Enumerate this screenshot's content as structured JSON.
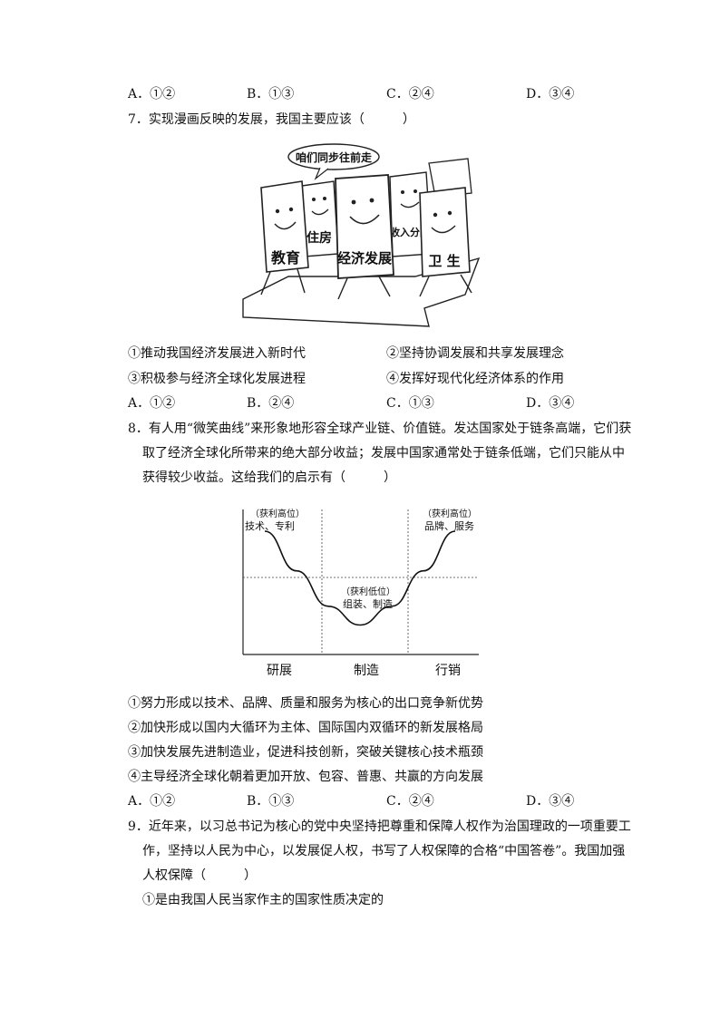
{
  "q6_options": [
    "A．①②",
    "B．①③",
    "C．②④",
    "D．③④"
  ],
  "q7": {
    "stem": "7．实现漫画反映的发展，我国主要应该（　　　）",
    "cartoon": {
      "speech": "咱们同步往前走",
      "labels": [
        "教育",
        "住房",
        "经济发展",
        "收入分配",
        "卫 生"
      ]
    },
    "statements": [
      "①推动我国经济发展进入新时代",
      "②坚持协调发展和共享发展理念",
      "③积极参与经济全球化发展进程",
      "④发挥好现代化经济体系的作用"
    ],
    "options": [
      "A．①②",
      "B．②④",
      "C．①③",
      "D．③④"
    ]
  },
  "q8": {
    "stem_lines": [
      "8．有人用“微笑曲线”来形象地形容全球产业链、价值链。发达国家处于链条高端，它们获",
      "取了经济全球化所带来的绝大部分收益；发展中国家通常处于链条低端，它们只能从中",
      "获得较少收益。这给我们的启示有（　　　）"
    ],
    "statements": [
      "①努力形成以技术、品牌、质量和服务为核心的出口竞争新优势",
      "②加快形成以国内大循环为主体、国际国内双循环的新发展格局",
      "③加快发展先进制造业，促进科技创新，突破关键核心技术瓶颈",
      "④主导经济全球化朝着更加开放、包容、普惠、共赢的方向发展"
    ],
    "options": [
      "A．①②",
      "B．①③",
      "C．②④",
      "D．③④"
    ]
  },
  "chart_data": {
    "type": "line",
    "categories": [
      "研展",
      "制造",
      "行销"
    ],
    "annotations": [
      {
        "label": "（获利高位）",
        "text": "技术、专利"
      },
      {
        "label": "（获利低位）",
        "text": "组装、制造"
      },
      {
        "label": "（获利高位）",
        "text": "品牌、服务"
      }
    ],
    "series": [
      {
        "x": [
          0,
          0.5,
          1,
          1.5,
          2,
          2.5,
          3
        ],
        "values": [
          1.0,
          0.62,
          0.28,
          0.1,
          0.28,
          0.62,
          1.0
        ]
      }
    ],
    "grid": "dashed"
  },
  "q9": {
    "stem_lines": [
      "9．近年来，以习总书记为核心的党中央坚持把尊重和保障人权作为治国理政的一项重要工",
      "作，坚持以人民为中心，以发展促人权，书写了人权保障的合格“中国答卷”。我国加强",
      "人权保障（　　　）"
    ],
    "statements": [
      "①是由我国人民当家作主的国家性质决定的"
    ]
  }
}
